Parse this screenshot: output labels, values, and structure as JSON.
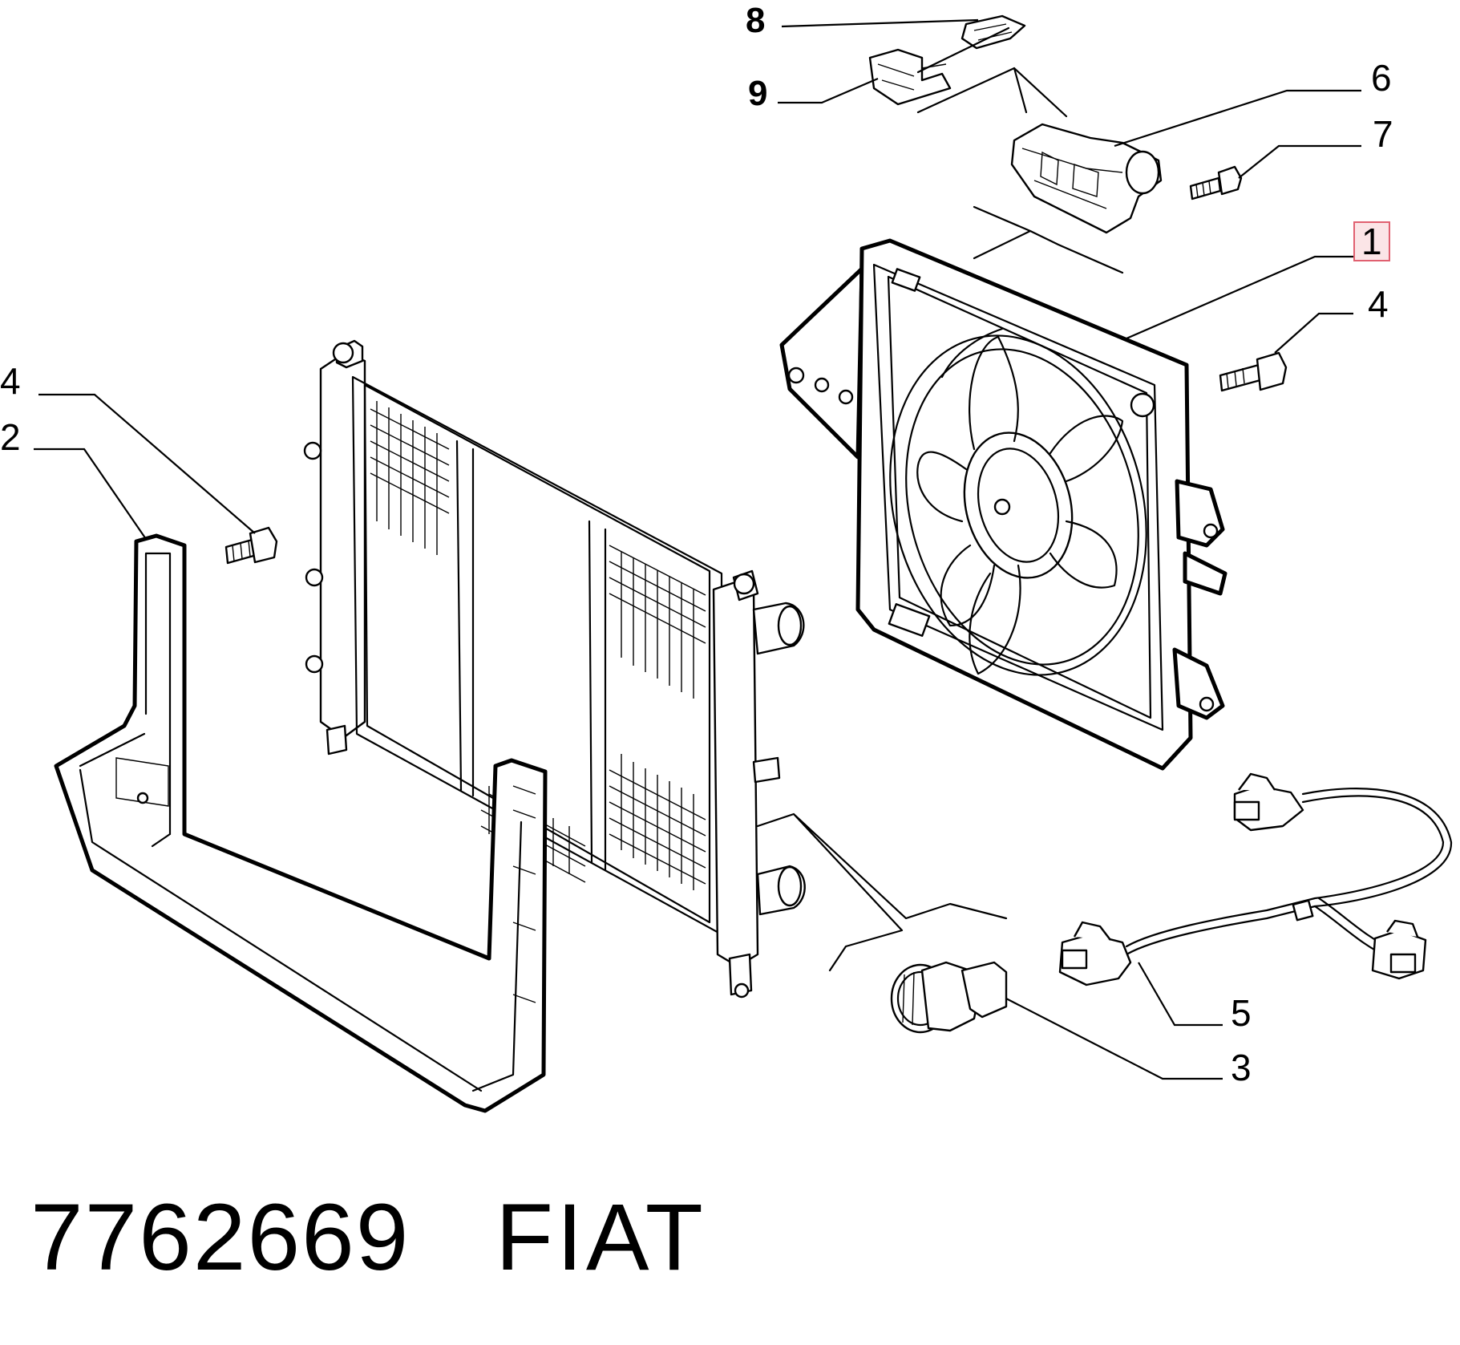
{
  "diagram": {
    "callouts": [
      {
        "id": "c8",
        "text": "8"
      },
      {
        "id": "c9",
        "text": "9"
      },
      {
        "id": "c6",
        "text": "6"
      },
      {
        "id": "c7",
        "text": "7"
      },
      {
        "id": "c1",
        "text": "1",
        "highlighted": true
      },
      {
        "id": "c4r",
        "text": "4"
      },
      {
        "id": "c4l",
        "text": "4"
      },
      {
        "id": "c2",
        "text": "2"
      },
      {
        "id": "c5",
        "text": "5"
      },
      {
        "id": "c3",
        "text": "3"
      }
    ]
  },
  "footer": {
    "part_number": "7762669",
    "brand": "FIAT"
  },
  "colors": {
    "line": "#000000",
    "background": "#ffffff",
    "highlight_border": "#e06070"
  }
}
